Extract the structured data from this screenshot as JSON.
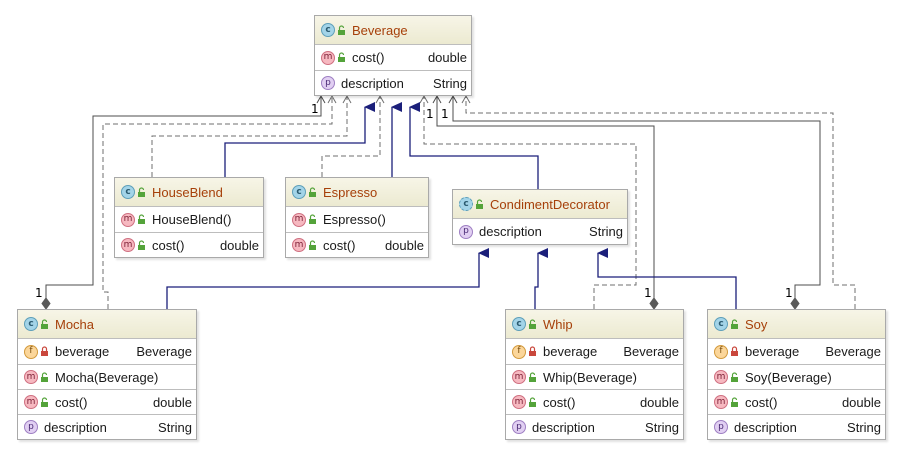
{
  "classes": {
    "beverage": {
      "name": "Beverage",
      "kind_icon": "class-icon",
      "members": [
        {
          "icon": "m",
          "name": "cost()",
          "type": "double"
        },
        {
          "icon": "p",
          "name": "description",
          "type": "String"
        }
      ]
    },
    "houseblend": {
      "name": "HouseBlend",
      "kind_icon": "class-icon",
      "members": [
        {
          "icon": "m",
          "name": "HouseBlend()",
          "type": ""
        },
        {
          "icon": "m",
          "name": "cost()",
          "type": "double"
        }
      ]
    },
    "espresso": {
      "name": "Espresso",
      "kind_icon": "class-icon",
      "members": [
        {
          "icon": "m",
          "name": "Espresso()",
          "type": ""
        },
        {
          "icon": "m",
          "name": "cost()",
          "type": "double"
        }
      ]
    },
    "condiment": {
      "name": "CondimentDecorator",
      "kind_icon": "abstract-class-icon",
      "members": [
        {
          "icon": "p",
          "name": "description",
          "type": "String"
        }
      ]
    },
    "mocha": {
      "name": "Mocha",
      "kind_icon": "class-icon",
      "members": [
        {
          "icon": "f",
          "name": "beverage",
          "type": "Beverage"
        },
        {
          "icon": "m",
          "name": "Mocha(Beverage)",
          "type": ""
        },
        {
          "icon": "m",
          "name": "cost()",
          "type": "double"
        },
        {
          "icon": "p",
          "name": "description",
          "type": "String"
        }
      ]
    },
    "whip": {
      "name": "Whip",
      "kind_icon": "class-icon",
      "members": [
        {
          "icon": "f",
          "name": "beverage",
          "type": "Beverage"
        },
        {
          "icon": "m",
          "name": "Whip(Beverage)",
          "type": ""
        },
        {
          "icon": "m",
          "name": "cost()",
          "type": "double"
        },
        {
          "icon": "p",
          "name": "description",
          "type": "String"
        }
      ]
    },
    "soy": {
      "name": "Soy",
      "kind_icon": "class-icon",
      "members": [
        {
          "icon": "f",
          "name": "beverage",
          "type": "Beverage"
        },
        {
          "icon": "m",
          "name": "Soy(Beverage)",
          "type": ""
        },
        {
          "icon": "m",
          "name": "cost()",
          "type": "double"
        },
        {
          "icon": "p",
          "name": "description",
          "type": "String"
        }
      ]
    }
  },
  "icon_letters": {
    "class": "c",
    "method": "m",
    "property": "p",
    "field": "f"
  },
  "multiplicity": {
    "beverage_end_mocha": "1",
    "beverage_end_whip": "1",
    "beverage_end_soy": "1",
    "mocha_end": "1",
    "whip_end": "1",
    "soy_end": "1"
  },
  "colors": {
    "class_name": "#a6400a",
    "inheritance_edge": "#1b1f7a",
    "dependency_edge": "#6f6f6f",
    "association_edge": "#4d4d4d",
    "header_bg": "#ecead1"
  }
}
